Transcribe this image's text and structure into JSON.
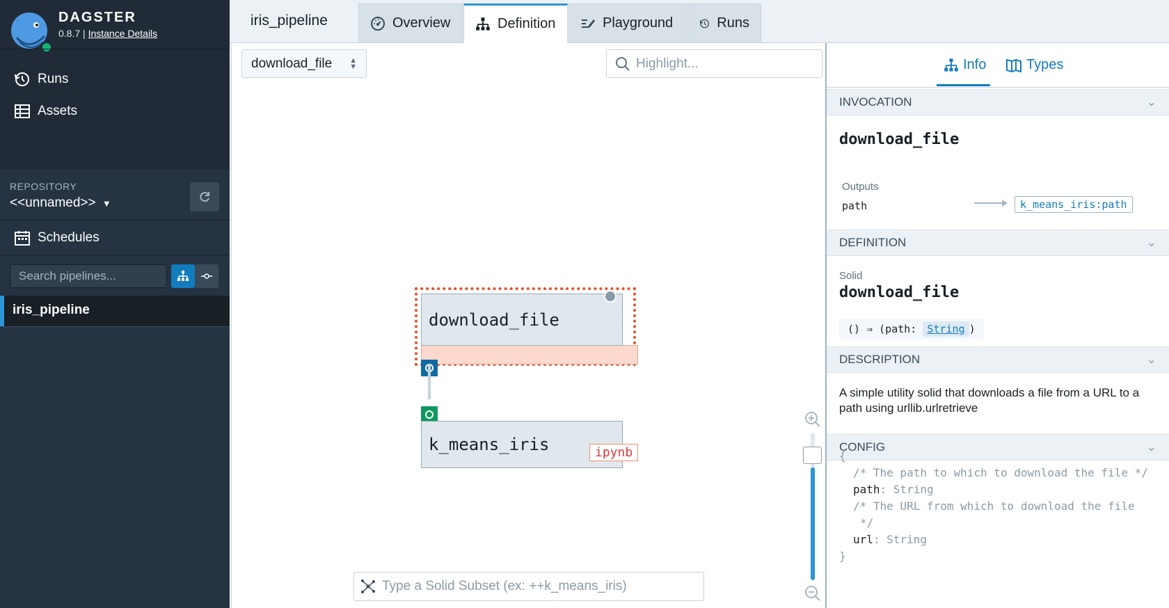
{
  "app": {
    "brand": "DAGSTER",
    "version": "0.8.7 | ",
    "instance_link": "Instance Details"
  },
  "sidebar": {
    "nav": [
      {
        "label": "Runs",
        "icon": "history-icon"
      },
      {
        "label": "Assets",
        "icon": "table-icon"
      }
    ],
    "repository_label": "REPOSITORY",
    "repository_name": "<<unnamed>>",
    "schedules_label": "Schedules",
    "search_placeholder": "Search pipelines...",
    "pipelines": [
      "iris_pipeline"
    ]
  },
  "header": {
    "pipeline_title": "iris_pipeline",
    "tabs": [
      {
        "label": "Overview",
        "icon": "dashboard-icon"
      },
      {
        "label": "Definition",
        "icon": "diagram-tree-icon",
        "active": true
      },
      {
        "label": "Playground",
        "icon": "manually-entered-data-icon"
      },
      {
        "label": "Runs",
        "icon": "history-icon"
      }
    ]
  },
  "canvas": {
    "solid_select_value": "download_file",
    "highlight_placeholder": "Highlight...",
    "subset_placeholder": "Type a Solid Subset (ex: ++k_means_iris)",
    "nodes": [
      {
        "name": "download_file",
        "selected": true
      },
      {
        "name": "k_means_iris",
        "tag": "ipynb"
      }
    ]
  },
  "right_panel": {
    "tabs": [
      "Info",
      "Types"
    ],
    "invocation": {
      "header": "INVOCATION",
      "name": "download_file",
      "outputs_label": "Outputs",
      "output_name": "path",
      "output_target": "k_means_iris:path"
    },
    "definition": {
      "header": "DEFINITION",
      "kind": "Solid",
      "name": "download_file",
      "signature_prefix": "() ⇒ (path: ",
      "signature_type": "String",
      "signature_suffix": ")"
    },
    "description": {
      "header": "DESCRIPTION",
      "text": "A simple utility solid that downloads a file from a URL to a path using urllib.urlretrieve"
    },
    "config": {
      "header": "CONFIG",
      "open": "{",
      "comment1": "/* The path to which to download the file */",
      "field1_key": "path",
      "field1_type": "String",
      "comment2a": "/* The URL from which to download the file",
      "comment2b": "*/",
      "field2_key": "url",
      "field2_type": "String",
      "close": "}"
    }
  },
  "colors": {
    "sidebar_bg": "#253342",
    "accent": "#2b95d6",
    "selection": "#f04a23",
    "output_port": "#106ba3",
    "input_port": "#15b371"
  }
}
